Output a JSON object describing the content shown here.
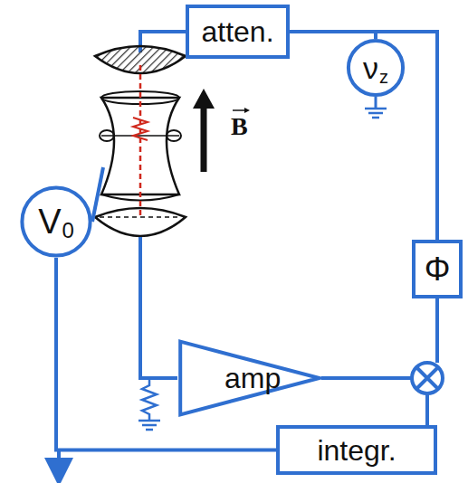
{
  "diagram": {
    "nodes": [
      {
        "text": [
          "atten."
        ]
      },
      {
        "text": [
          "ν",
          "z"
        ]
      },
      {
        "text": [
          "V",
          "0"
        ]
      },
      {
        "text": [
          "Φ"
        ]
      },
      {
        "text": [
          "amp"
        ]
      },
      {
        "text": [
          "integr."
        ]
      }
    ],
    "edges": [
      {
        "from": 1,
        "to": 0,
        "arrow": "none"
      },
      {
        "from": 1,
        "to": 3,
        "arrow": "none"
      },
      {
        "from": 5,
        "to": 2,
        "arrow": "none"
      }
    ],
    "labels": [
      "B"
    ]
  }
}
